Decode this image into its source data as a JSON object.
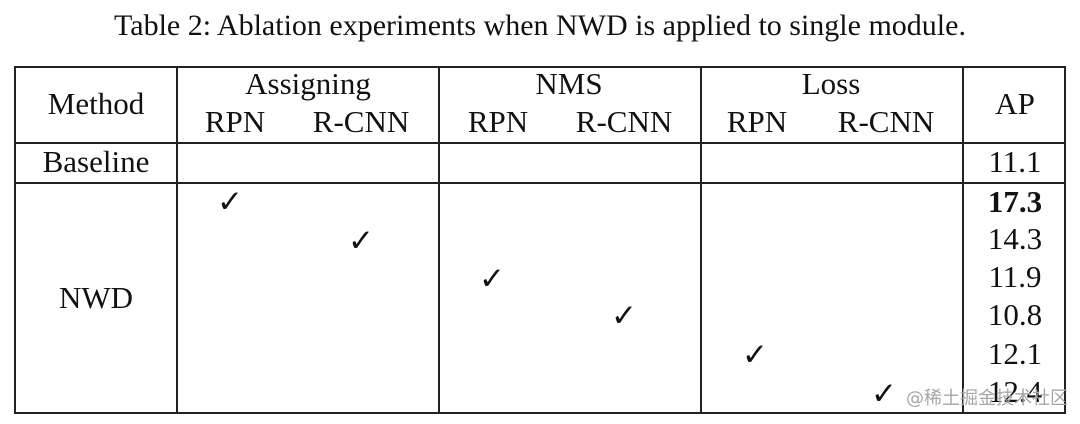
{
  "caption": "Table 2: Ablation experiments when NWD is applied to single module.",
  "table": {
    "header": {
      "method": "Method",
      "groups": [
        {
          "label": "Assigning",
          "sub": [
            "RPN",
            "R-CNN"
          ]
        },
        {
          "label": "NMS",
          "sub": [
            "RPN",
            "R-CNN"
          ]
        },
        {
          "label": "Loss",
          "sub": [
            "RPN",
            "R-CNN"
          ]
        }
      ],
      "ap": "AP"
    },
    "rows": [
      {
        "method": "Baseline",
        "checked_col": null,
        "ap": "11.1",
        "bold": false
      },
      {
        "method": "NWD",
        "checked_col": 0,
        "ap": "17.3",
        "bold": true
      },
      {
        "method": "NWD",
        "checked_col": 1,
        "ap": "14.3",
        "bold": false
      },
      {
        "method": "NWD",
        "checked_col": 2,
        "ap": "11.9",
        "bold": false
      },
      {
        "method": "NWD",
        "checked_col": 3,
        "ap": "10.8",
        "bold": false
      },
      {
        "method": "NWD",
        "checked_col": 4,
        "ap": "12.1",
        "bold": false
      },
      {
        "method": "NWD",
        "checked_col": 5,
        "ap": "12.4",
        "bold": false
      }
    ],
    "check_symbol": "✓",
    "nwd_label": "NWD"
  },
  "watermark": "@稀土掘金技术社区"
}
